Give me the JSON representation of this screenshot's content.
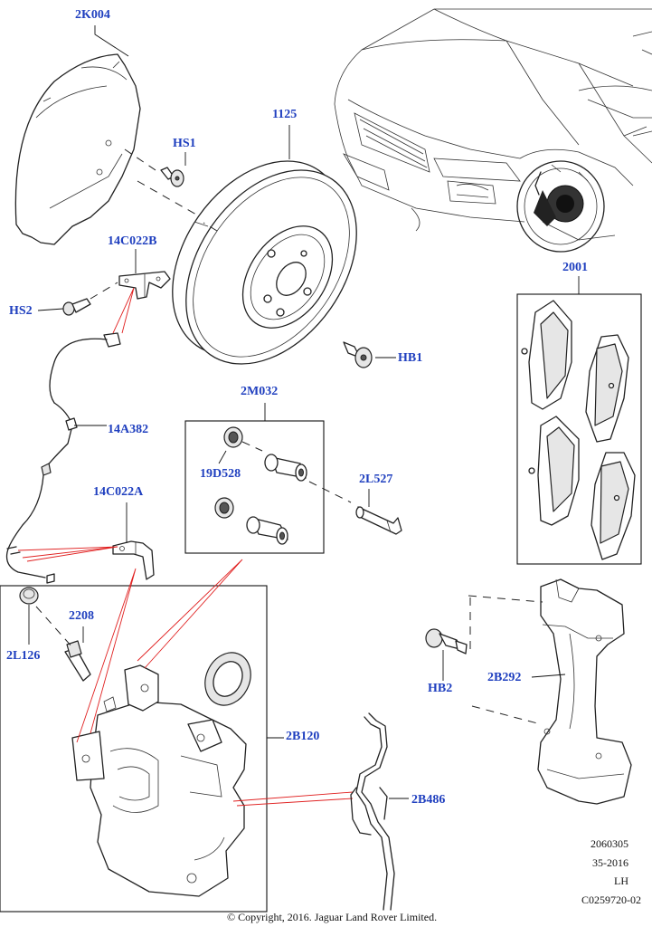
{
  "labels": {
    "deflector": "2K004",
    "screw_hs1": "HS1",
    "disc": "1125",
    "bracket_b": "14C022B",
    "screw_hs2": "HS2",
    "bolt_hb1": "HB1",
    "sensor": "14A382",
    "pin_kit": "2M032",
    "boot": "19D528",
    "guide_pin": "2L527",
    "bracket_a": "14C022A",
    "pad_kit": "2001",
    "bleed_cap": "2L126",
    "bleed_screw": "2208",
    "bolt_hb2": "HB2",
    "carrier": "2B292",
    "caliper": "2B120",
    "spring": "2B486"
  },
  "meta": {
    "line1": "2060305",
    "line2": "35-2016",
    "line3": "LH",
    "line4": "C0259720-02"
  },
  "copyright": "© Copyright, 2016. Jaguar Land Rover Limited.",
  "colors": {
    "label": "#1f3fbf",
    "leader_red": "#e02020",
    "line": "#222222"
  }
}
